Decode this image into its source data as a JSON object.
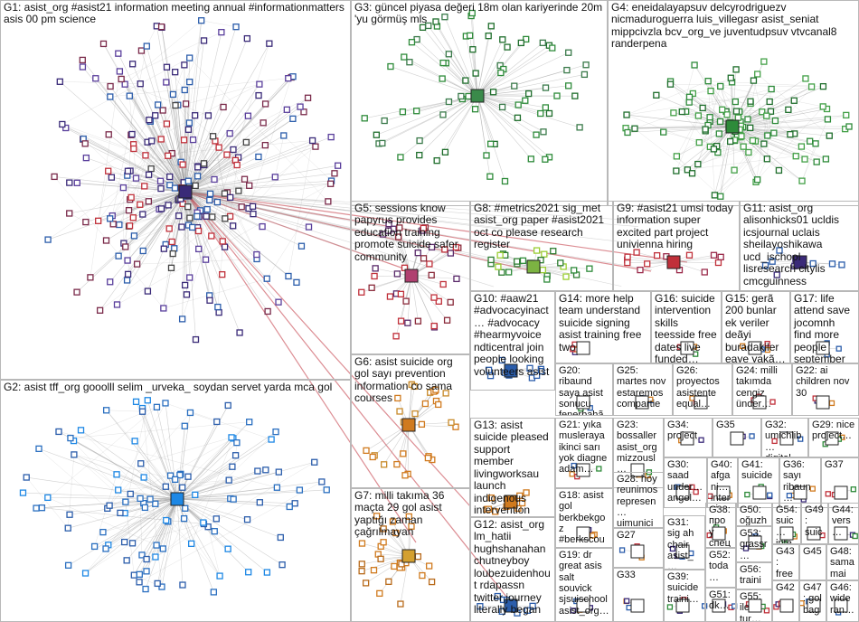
{
  "title": "",
  "colors": {
    "edge": "#9a9a9a",
    "edge_highlight": "#c0303a",
    "green": "#2e8b3a",
    "darkgreen": "#1f6e2c",
    "blue": "#2b5dab",
    "purple": "#3a2a78",
    "red": "#c0303a",
    "orange": "#d07a1e",
    "panel_border": "#b8b8b8",
    "label_text": "#111111"
  },
  "groups": [
    {
      "id": "G1",
      "label": "G1: asist_org #asist21 information meeting annual #informationmatters asis 00 pm science"
    },
    {
      "id": "G3",
      "label": "G3: güncel piyasa değeri 18m olan kariyerinde 20m 'yu görmüş mls"
    },
    {
      "id": "G4",
      "label": "G4: eneidalayapsuv delcyrodriguezv nicmaduroguerra luis_villegasr asist_seniat mippcivzla bcv_org_ve juventudpsuv vtvcanal8 randerpena"
    },
    {
      "id": "G5",
      "label": "G5: sessions know papyrus provides education training promote suicide safer community"
    },
    {
      "id": "G8",
      "label": "G8: #metrics2021 sig_met asist_org paper #asist2021 oct co please research register"
    },
    {
      "id": "G9",
      "label": "G9: #asist21 umsi today information super excited part project univienna hiring"
    },
    {
      "id": "G11",
      "label": "G11: asist_org alisonhicks01 ucldis icsjournal uclais sheilayoshikawa ucd_ischool lisresearch citylis cmcguinness"
    },
    {
      "id": "G10",
      "label": "G10: #aaw21 #advocacyinact… #advocacy #hearmyvoice ndticentral join people looking volunteers asist"
    },
    {
      "id": "G14",
      "label": "G14: more help team understand suicide signing asist training free two"
    },
    {
      "id": "G16",
      "label": "G16: suicide intervention skills teesside free dates live funded…"
    },
    {
      "id": "G15",
      "label": "G15: gerã 200 bunlar ek veriler deãyi buradakiler eaye yakã…"
    },
    {
      "id": "G17",
      "label": "G17: life attend save jocomnh find more people september…"
    },
    {
      "id": "G2",
      "label": "G2: asist tff_org gooolll selim _urveka_ soydan servet yarda mca gol"
    },
    {
      "id": "G6",
      "label": "G6: asist suicide org gol sayı prevention information co sama courses"
    },
    {
      "id": "G20",
      "label": "G20: ribaund saya asist sonucu fenerbahã…"
    },
    {
      "id": "G25",
      "label": "G25: martes nov estaremos compartie…"
    },
    {
      "id": "G26",
      "label": "G26: proyectos asistente equal…"
    },
    {
      "id": "G24",
      "label": "G24: milli takımda cengiz ünder…"
    },
    {
      "id": "G22",
      "label": "G22: ai children nov 30"
    },
    {
      "id": "G13",
      "label": "G13: asist suicide pleased support member livingworksau launch indigenous intervention training"
    },
    {
      "id": "G21",
      "label": "G21: yıka musleraya ikinci sarı yok diagne adam…"
    },
    {
      "id": "G23",
      "label": "G23: bossaller asist_org mizzousl…"
    },
    {
      "id": "G34",
      "label": "G34: project"
    },
    {
      "id": "G35",
      "label": "G35"
    },
    {
      "id": "G32",
      "label": "G32: umichlib… digital…"
    },
    {
      "id": "G29",
      "label": "G29: nice project…"
    },
    {
      "id": "G30",
      "label": "G30: saad under… angel…"
    },
    {
      "id": "G40",
      "label": "G40: afgani… intervi…"
    },
    {
      "id": "G41",
      "label": "G41: suicide"
    },
    {
      "id": "G36",
      "label": "G36: sayı ribaun…"
    },
    {
      "id": "G37",
      "label": "G37"
    },
    {
      "id": "G7",
      "label": "G7: milli takıma 36 maçta 29 gol asist yaptığı zaman çağrılmayan"
    },
    {
      "id": "G18",
      "label": "G18: asist gol berkbekgoz #berkscou… top…"
    },
    {
      "id": "G28",
      "label": "G28: hoy reunimos represen… uimunici…"
    },
    {
      "id": "G38",
      "label": "G38: про у спец… #jasi…"
    },
    {
      "id": "G50",
      "label": "G50: oğuzh…"
    },
    {
      "id": "G54",
      "label": "G54: suic… inte…"
    },
    {
      "id": "G49",
      "label": "G49: suic… inte…"
    },
    {
      "id": "G44",
      "label": "G44: vers…"
    },
    {
      "id": "G12",
      "label": "G12: asist_org lm_hatii hughshanahan chutneyboy loubezuidenhout rdapassn twitter journey literally began"
    },
    {
      "id": "G27",
      "label": "G27"
    },
    {
      "id": "G31",
      "label": "G31: sig ah chair asist_…"
    },
    {
      "id": "G53",
      "label": "G53: grassr…"
    },
    {
      "id": "G43",
      "label": "G43: free asis…"
    },
    {
      "id": "G45",
      "label": "G45"
    },
    {
      "id": "G48",
      "label": "G48: sama mai…"
    },
    {
      "id": "G19",
      "label": "G19: dr great asis salt souvick sjsuischool asist_org…"
    },
    {
      "id": "G33",
      "label": "G33"
    },
    {
      "id": "G39",
      "label": "G39: suicide traini…"
    },
    {
      "id": "G52",
      "label": "G52: toda…"
    },
    {
      "id": "G56",
      "label": "G56: traini…"
    },
    {
      "id": "G51",
      "label": "G51: dk…"
    },
    {
      "id": "G55",
      "label": "G55: ile tur…"
    },
    {
      "id": "G42",
      "label": "G42"
    },
    {
      "id": "G47",
      "label": "G47: gol bag…"
    },
    {
      "id": "G46",
      "label": "G46: wide ran…"
    }
  ]
}
